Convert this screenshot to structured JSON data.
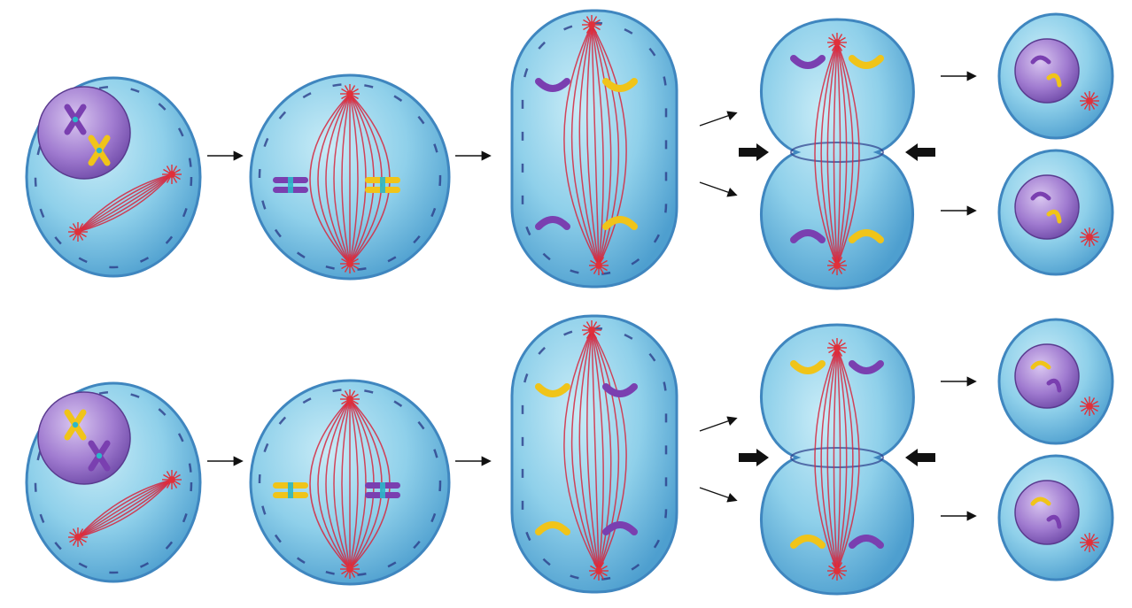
{
  "diagram": {
    "title": "",
    "rows": [
      {
        "name": "top-row",
        "chromosome_colors": [
          "#7a3fb0",
          "#f0c419"
        ],
        "stages": [
          {
            "name": "prophase",
            "stage_label": ""
          },
          {
            "name": "metaphase",
            "stage_label": ""
          },
          {
            "name": "anaphase",
            "stage_label": ""
          },
          {
            "name": "telophase-cytokinesis",
            "stage_label": ""
          },
          {
            "name": "daughter-cells",
            "stage_label": ""
          }
        ]
      },
      {
        "name": "bottom-row",
        "chromosome_colors": [
          "#f0c419",
          "#7a3fb0"
        ],
        "stages": [
          {
            "name": "prophase",
            "stage_label": ""
          },
          {
            "name": "metaphase",
            "stage_label": ""
          },
          {
            "name": "anaphase",
            "stage_label": ""
          },
          {
            "name": "telophase-cytokinesis",
            "stage_label": ""
          },
          {
            "name": "daughter-cells",
            "stage_label": ""
          }
        ]
      }
    ],
    "colors": {
      "cytoplasm": "#8fd0ea",
      "cytoplasm_dark": "#4e9fcf",
      "cell_outline": "#3f86bf",
      "nucleus": "#a07bd0",
      "spindle": "#d7263d",
      "centrosome": "#e0303a",
      "chromosome_purple": "#7a3fb0",
      "chromosome_yellow": "#f0c419",
      "centromere": "#2bb7c9",
      "arrow": "#111111"
    },
    "icons": {
      "small_arrow": "right-arrow-icon",
      "cleavage_arrow_left": "cleavage-arrow-right-icon",
      "cleavage_arrow_right": "cleavage-arrow-left-icon"
    }
  }
}
